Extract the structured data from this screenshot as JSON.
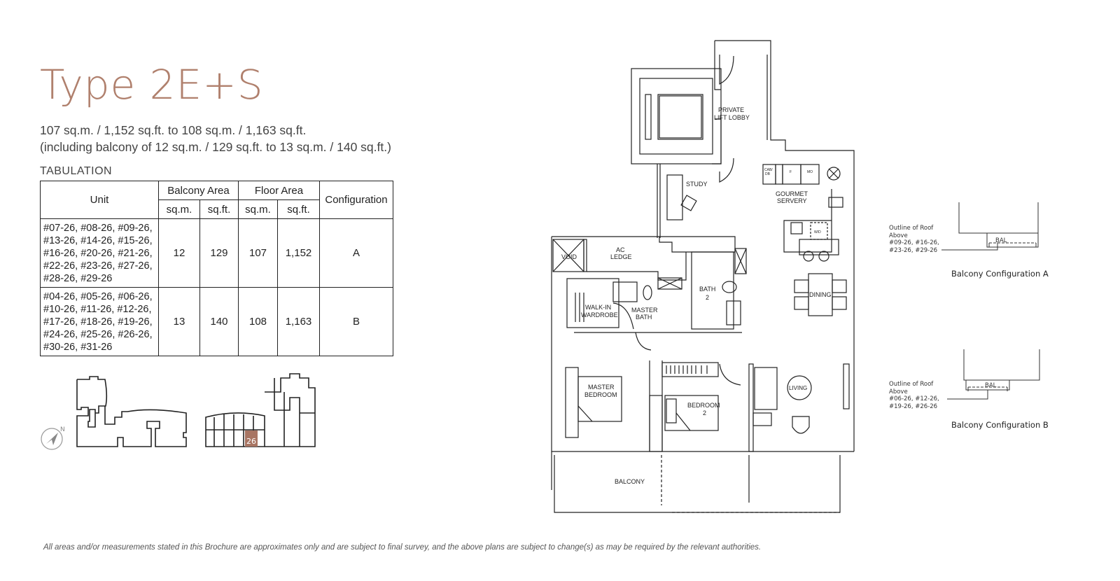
{
  "header": {
    "title": "Type 2E+S",
    "area_line1": "107 sq.m. / 1,152 sq.ft. to 108 sq.m. / 1,163 sq.ft.",
    "area_line2": "(including balcony of 12 sq.m. / 129 sq.ft. to 13 sq.m. / 140 sq.ft.)",
    "accent_color": "#b0806d"
  },
  "tabulation": {
    "label": "TABULATION",
    "headers": {
      "unit": "Unit",
      "balcony_area": "Balcony Area",
      "floor_area": "Floor Area",
      "configuration": "Configuration",
      "sqm": "sq.m.",
      "sqft": "sq.ft."
    },
    "rows": [
      {
        "units": "#07-26, #08-26, #09-26, #13-26, #14-26, #15-26, #16-26, #20-26, #21-26, #22-26, #23-26, #27-26, #28-26, #29-26",
        "balcony_sqm": "12",
        "balcony_sqft": "129",
        "floor_sqm": "107",
        "floor_sqft": "1,152",
        "configuration": "A"
      },
      {
        "units": "#04-26, #05-26, #06-26, #10-26, #11-26, #12-26, #17-26, #18-26, #19-26, #24-26, #25-26, #26-26, #30-26, #31-26",
        "balcony_sqm": "13",
        "balcony_sqft": "140",
        "floor_sqm": "108",
        "floor_sqft": "1,163",
        "configuration": "B"
      }
    ]
  },
  "key_plan": {
    "compass_label": "N",
    "highlighted_unit": "26",
    "highlight_color": "#a87563"
  },
  "floor_plan": {
    "rooms": {
      "private_lift_lobby_1": "PRIVATE",
      "private_lift_lobby_2": "LIFT LOBBY",
      "study": "STUDY",
      "gourmet_servery_1": "GOURMET",
      "gourmet_servery_2": "SERVERY",
      "cab_db_1": "CAB/",
      "cab_db_2": "DB",
      "fridge": "F",
      "microwave": "MO",
      "washer_dryer": "W/D",
      "void": "VOID",
      "ac_ledge_1": "AC",
      "ac_ledge_2": "LEDGE",
      "bath2_1": "BATH",
      "bath2_2": "2",
      "dining": "DINING",
      "walkin_1": "WALK-IN",
      "walkin_2": "WARDROBE",
      "master_bath_1": "MASTER",
      "master_bath_2": "BATH",
      "master_bedroom_1": "MASTER",
      "master_bedroom_2": "BEDROOM",
      "bedroom2_1": "BEDROOM",
      "bedroom2_2": "2",
      "living": "LIVING",
      "balcony": "BALCONY"
    }
  },
  "balcony_configurations": [
    {
      "label": "Balcony Configuration A",
      "bal": "BAL",
      "note_lines": [
        "Outline of Roof",
        "Above",
        "#09-26, #16-26,",
        "#23-26, #29-26"
      ]
    },
    {
      "label": "Balcony Configuration B",
      "bal": "BAL",
      "note_lines": [
        "Outline of Roof",
        "Above",
        "#06-26, #12-26,",
        "#19-26, #26-26"
      ]
    }
  ],
  "footer": {
    "disclaimer": "All areas and/or measurements stated in this Brochure are approximates only and are subject to final survey, and the above plans are subject to change(s) as may be required by the relevant authorities."
  }
}
